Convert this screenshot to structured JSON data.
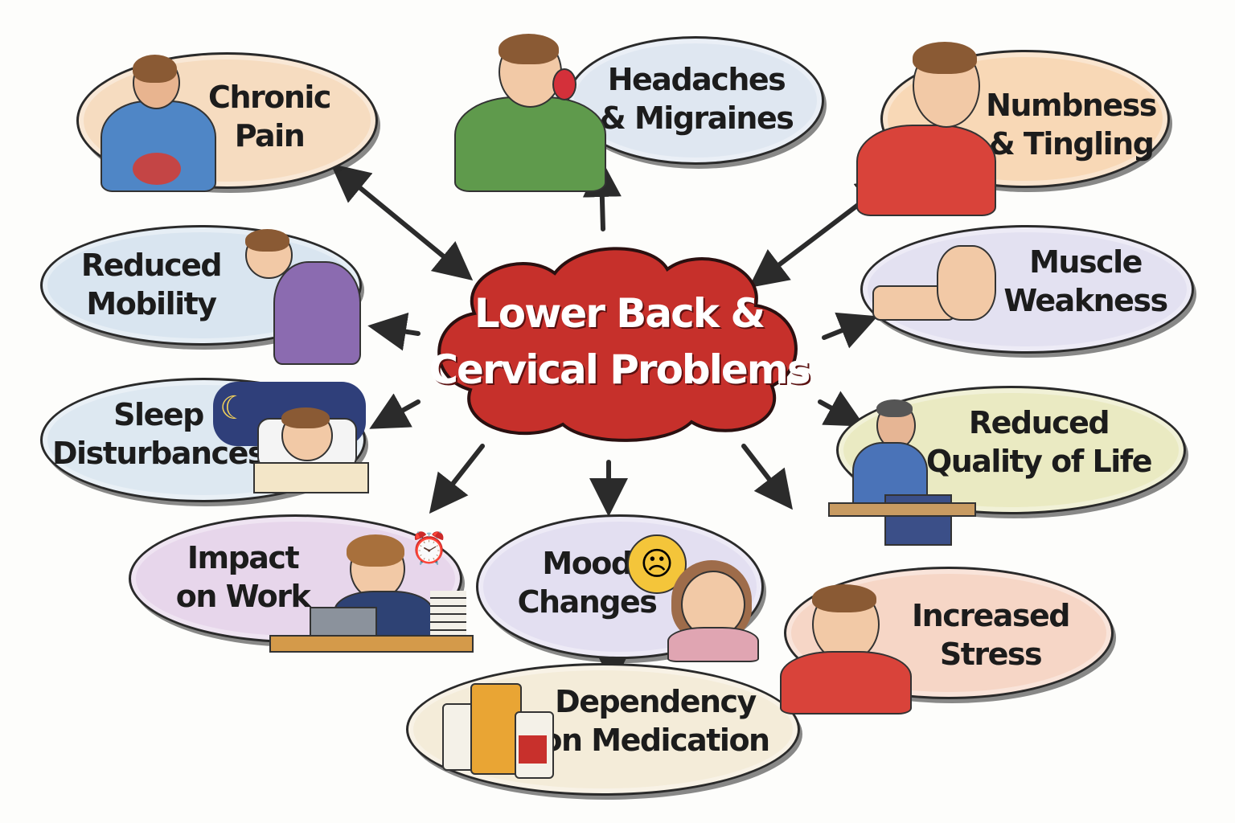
{
  "center": {
    "line1": "Lower Back &",
    "line2": "Cervical Problems",
    "color": "#c6302b"
  },
  "nodes": {
    "chronic_pain": {
      "line1": "Chronic",
      "line2": "Pain",
      "color": "#f6dcc0"
    },
    "headaches": {
      "line1": "Headaches",
      "line2": "& Migraines",
      "color": "#dfe7f1"
    },
    "numbness": {
      "line1": "Numbness",
      "line2": "& Tingling",
      "color": "#f8d8b6"
    },
    "reduced_mobility": {
      "line1": "Reduced",
      "line2": "Mobility",
      "color": "#d9e5f0"
    },
    "muscle_weakness": {
      "line1": "Muscle",
      "line2": "Weakness",
      "color": "#e3e1f1"
    },
    "sleep": {
      "line1": "Sleep",
      "line2": "Disturbances",
      "color": "#dde8f1"
    },
    "quality_of_life": {
      "line1": "Reduced",
      "line2": "Quality of Life",
      "color": "#eaeac2"
    },
    "work": {
      "line1": "Impact",
      "line2": "on Work",
      "color": "#e7d6eb"
    },
    "mood": {
      "line1": "Mood",
      "line2": "Changes",
      "color": "#e3dff1"
    },
    "stress": {
      "line1": "Increased",
      "line2": "Stress",
      "color": "#f6d6c6"
    },
    "medication": {
      "line1": "Dependency",
      "line2": "on Medication",
      "color": "#f4ecd9"
    }
  }
}
